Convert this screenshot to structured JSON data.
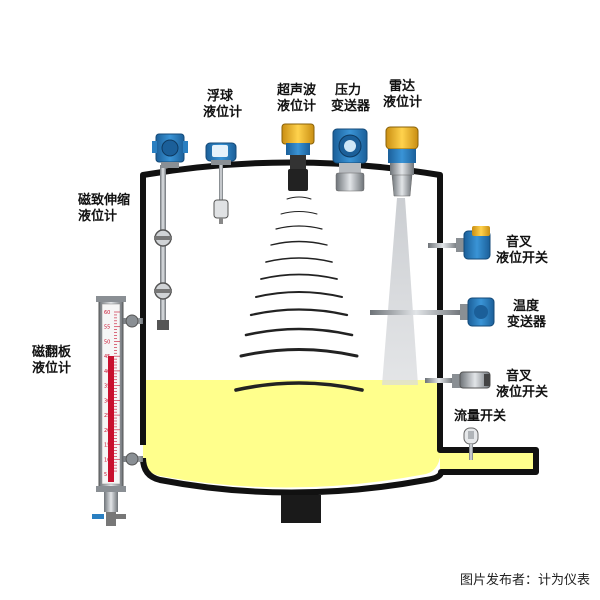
{
  "labels": {
    "float": [
      "浮球",
      "液位计"
    ],
    "ultrasonic": [
      "超声波",
      "液位计"
    ],
    "pressure": [
      "压力",
      "变送器"
    ],
    "radar": [
      "雷达",
      "液位计"
    ],
    "magnetostrictive": [
      "磁致伸缩",
      "液位计"
    ],
    "tuning_fork_top": [
      "音叉",
      "液位开关"
    ],
    "temperature": [
      "温度",
      "变送器"
    ],
    "magnetic_flap": [
      "磁翻板",
      "液位计"
    ],
    "tuning_fork_bottom": [
      "音叉",
      "液位开关"
    ],
    "flow_switch": [
      "流量开关"
    ]
  },
  "gauge_scale": [
    "60",
    "55",
    "50",
    "45",
    "40",
    "35",
    "30",
    "25",
    "20",
    "15",
    "10",
    "5"
  ],
  "credit": "图片发布者：计为仪表",
  "colors": {
    "tank_outline": "#111111",
    "liquid": "#ffff8c",
    "instrument_blue": "#2a7fc1",
    "instrument_yellow": "#f2b92a",
    "gauge_red": "#c8102e",
    "metal": "#9aa0a6"
  },
  "icons": [
    "ultrasonic-wave-icon",
    "radar-beam-icon",
    "float-ball-icon"
  ]
}
